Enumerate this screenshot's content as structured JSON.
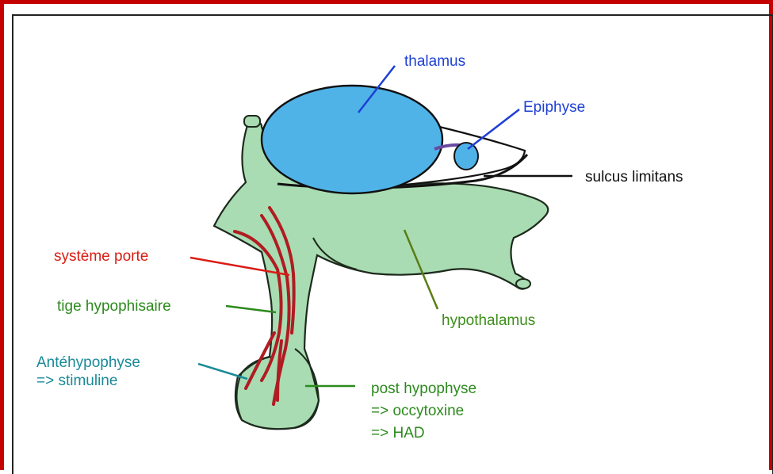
{
  "labels": {
    "thalamus": "thalamus",
    "epiphyse": "Epiphyse",
    "sulcus": "sulcus limitans",
    "systeme_porte": "système porte",
    "tige": "tige hypophisaire",
    "hypothalamus": "hypothalamus",
    "antehypophyse": [
      "Antéhypophyse",
      "=> stimuline"
    ],
    "posthypophyse": [
      "post hypophyse",
      "=> occytoxine",
      "=> HAD"
    ]
  },
  "colors": {
    "frame": "#c40000",
    "thalamus_fill": "#4fb3e8",
    "tissue_fill": "#a9dcb2",
    "vessel": "#b01c22",
    "blue_label": "#1d3fd6",
    "red_label": "#d81d14",
    "green_label": "#2c8a1d",
    "teal_label": "#1a8a98"
  }
}
